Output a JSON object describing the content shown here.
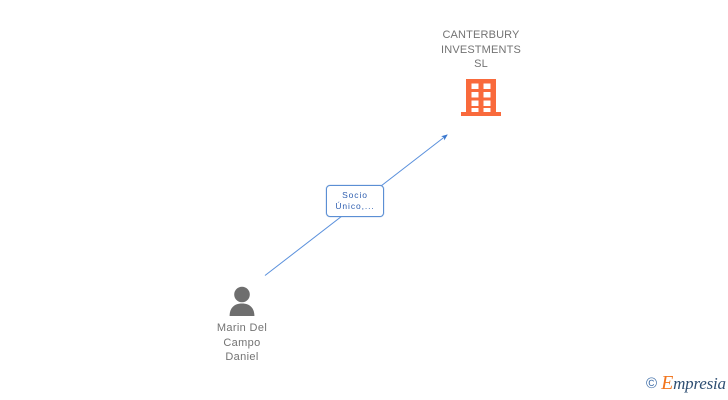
{
  "diagram": {
    "type": "ownership-graph",
    "background_color": "#ffffff",
    "company": {
      "name": "CANTERBURY INVESTMENTS SL",
      "name_lines": "CANTERBURY\nINVESTMENTS\nSL",
      "icon": "building-icon",
      "icon_color": "#f96a3c",
      "text_color": "#737373"
    },
    "person": {
      "name": "Marin Del Campo Daniel",
      "name_lines": "Marin Del\nCampo\nDaniel",
      "icon": "person-icon",
      "icon_color": "#6e6e6e",
      "text_color": "#737373"
    },
    "relation": {
      "label": "Socio Único,...",
      "label_lines": "Socio\nÚnico,...",
      "from": "person",
      "to": "company",
      "line_color": "#4a86d6",
      "box_border_color": "#5b8fd4",
      "box_text_color": "#2f5fb0"
    }
  },
  "footer": {
    "copyright_symbol": "©",
    "brand_initial": "E",
    "brand_rest": "mpresia",
    "brand_name": "Empresia",
    "brand_initial_color": "#f2761e",
    "brand_text_color": "#2f4f73"
  }
}
